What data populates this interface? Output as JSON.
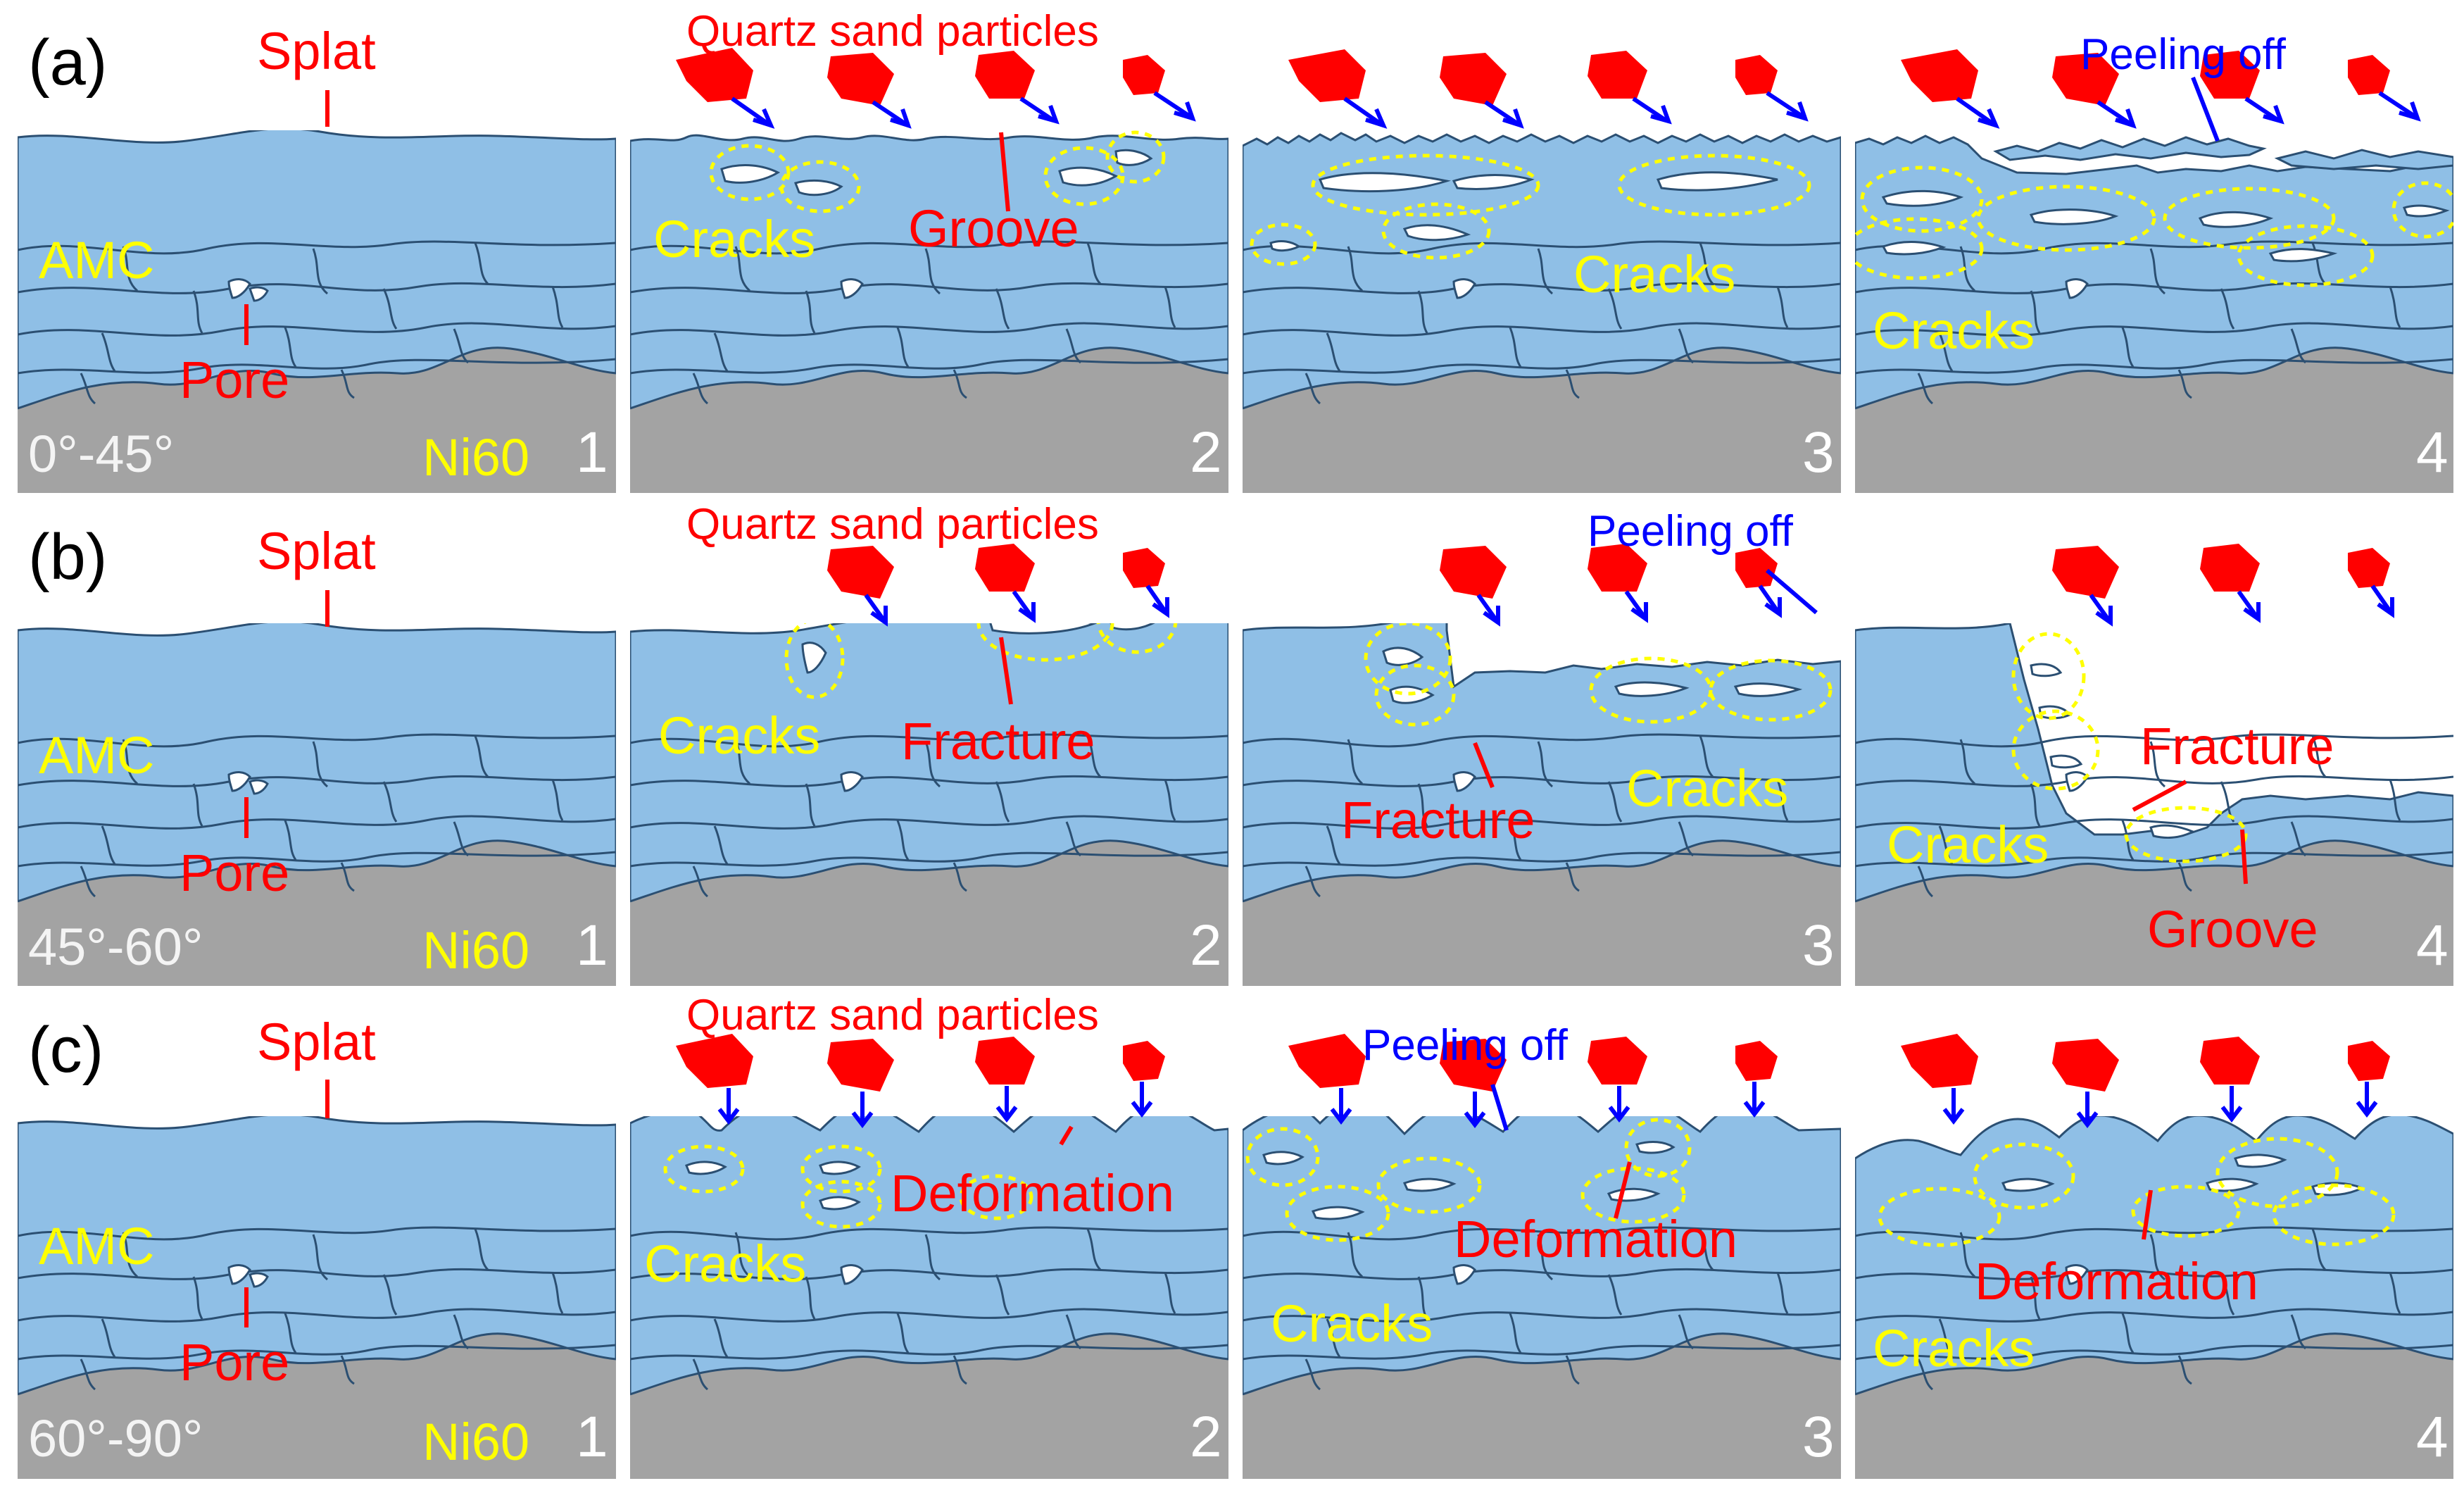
{
  "rows": [
    {
      "label": "(a)",
      "angle": "0°-45°",
      "panels": [
        {
          "num": "1",
          "labels": {
            "splat": "Splat",
            "amc": "AMC",
            "pore": "Pore",
            "substrate": "Ni60"
          }
        },
        {
          "num": "2",
          "labels": {
            "particles": "Quartz sand particles",
            "cracks": "Cracks",
            "groove": "Groove"
          }
        },
        {
          "num": "3",
          "labels": {
            "cracks": "Cracks"
          }
        },
        {
          "num": "4",
          "labels": {
            "peeling": "Peeling off",
            "cracks": "Cracks"
          }
        }
      ]
    },
    {
      "label": "(b)",
      "angle": "45°-60°",
      "panels": [
        {
          "num": "1",
          "labels": {
            "splat": "Splat",
            "amc": "AMC",
            "pore": "Pore",
            "substrate": "Ni60"
          }
        },
        {
          "num": "2",
          "labels": {
            "particles": "Quartz sand particles",
            "cracks": "Cracks",
            "fracture": "Fracture"
          }
        },
        {
          "num": "3",
          "labels": {
            "peeling": "Peeling off",
            "fracture": "Fracture",
            "cracks": "Cracks"
          }
        },
        {
          "num": "4",
          "labels": {
            "fracture": "Fracture",
            "cracks": "Cracks",
            "groove": "Groove"
          }
        }
      ]
    },
    {
      "label": "(c)",
      "angle": "60°-90°",
      "panels": [
        {
          "num": "1",
          "labels": {
            "splat": "Splat",
            "amc": "AMC",
            "pore": "Pore",
            "substrate": "Ni60"
          }
        },
        {
          "num": "2",
          "labels": {
            "particles": "Quartz sand particles",
            "deformation": "Deformation",
            "cracks": "Cracks"
          }
        },
        {
          "num": "3",
          "labels": {
            "peeling": "Peeling off",
            "deformation": "Deformation",
            "cracks": "Cracks"
          }
        },
        {
          "num": "4",
          "labels": {
            "deformation": "Deformation",
            "cracks": "Cracks"
          }
        }
      ]
    }
  ],
  "colors": {
    "coating": "#8fbfe6",
    "substrate": "#a3a3a3",
    "particle": "#ff0000",
    "label_red": "#ff0000",
    "label_blue": "#0000ff",
    "label_yellow": "#ffff00",
    "crack_ellipse": "#ffff00"
  }
}
